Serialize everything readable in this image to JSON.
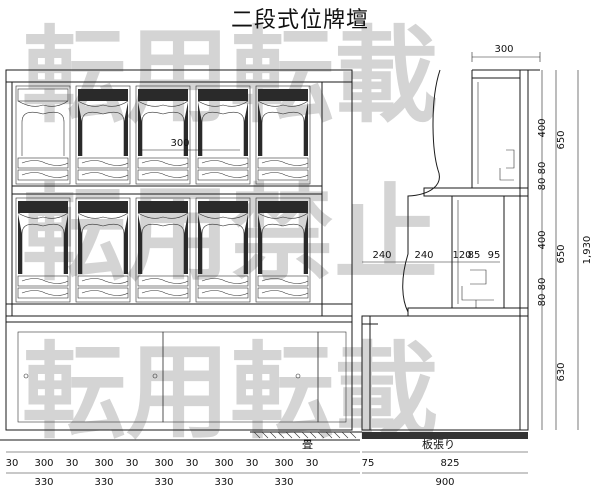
{
  "title": "二段式位牌壇",
  "watermark": [
    "転用転載",
    "転用禁止",
    "転用転載"
  ],
  "front_view": {
    "bottom_dims_top": [
      "30",
      "300",
      "30",
      "300",
      "30",
      "300",
      "30",
      "300",
      "30",
      "300",
      "30"
    ],
    "bottom_dims_bottom": [
      "330",
      "330",
      "330",
      "330",
      "330"
    ],
    "inner_dim": "300"
  },
  "side_view": {
    "top_width": "300",
    "vertical_dims": [
      "400",
      "650",
      "80",
      "80",
      "400",
      "650",
      "80",
      "80",
      "630"
    ],
    "total_height": "1,930",
    "step_dims": [
      "240",
      "240",
      "120",
      "85",
      "95"
    ],
    "bottom_dims_top": [
      "75",
      "825"
    ],
    "bottom_dim_total": "900",
    "floor_labels": [
      "畳",
      "板張り"
    ]
  }
}
